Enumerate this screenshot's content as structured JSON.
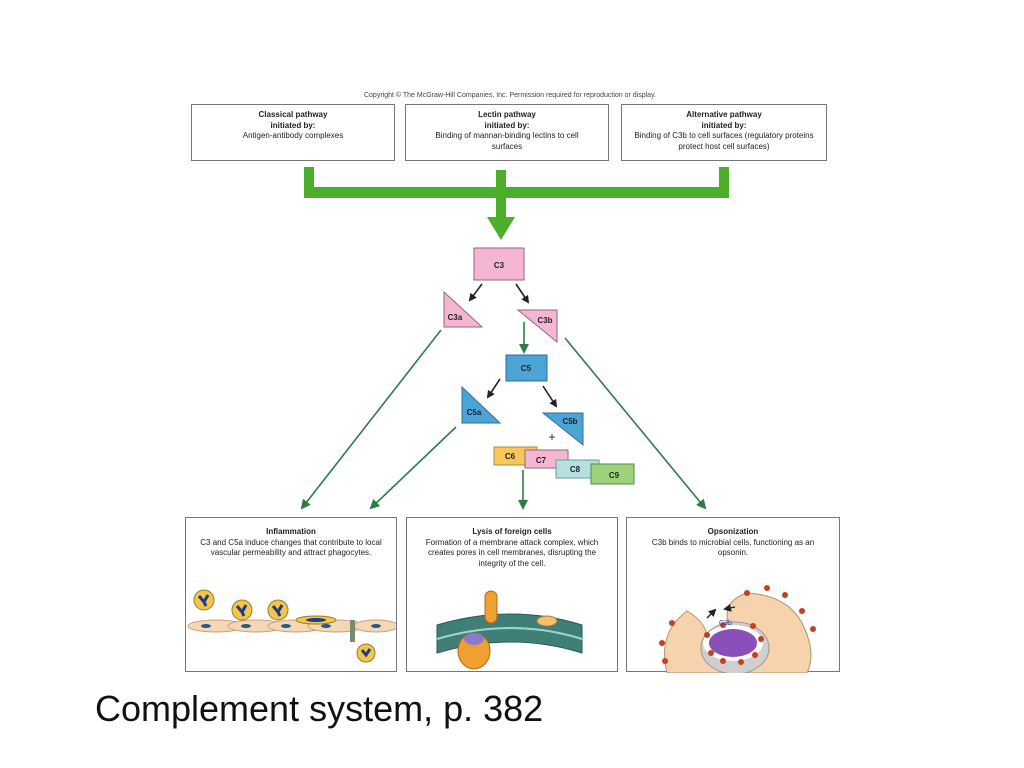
{
  "copyright": "Copyright © The McGraw-Hill Companies, Inc. Permission required for reproduction or display.",
  "pathways": [
    {
      "title": "Classical pathway",
      "subtitle": "initiated by:",
      "desc": "Antigen-antibody complexes"
    },
    {
      "title": "Lectin pathway",
      "subtitle": "initiated by:",
      "desc": "Binding of mannan-binding lectins to cell surfaces"
    },
    {
      "title": "Alternative pathway",
      "subtitle": "initiated by:",
      "desc": "Binding of C3b to cell surfaces (regulatory proteins protect host cell surfaces)"
    }
  ],
  "components": {
    "c3": "C3",
    "c3a": "C3a",
    "c3b": "C3b",
    "c5": "C5",
    "c5a": "C5a",
    "c5b": "C5b",
    "plus": "+",
    "c6": "C6",
    "c7": "C7",
    "c8": "C8",
    "c9": "C9",
    "c3b_label": "C3b"
  },
  "outcomes": [
    {
      "title": "Inflammation",
      "desc": "C3 and C5a induce changes that contribute to local vascular permeability and attract phagocytes."
    },
    {
      "title": "Lysis of foreign cells",
      "desc": "Formation of a membrane attack complex, which creates pores in cell membranes, disrupting the integrity of the cell."
    },
    {
      "title": "Opsonization",
      "desc": "C3b binds to microbial cells, functioning as an opsonin."
    }
  ],
  "colors": {
    "green_bar": "#4caf2a",
    "arrow_green": "#2e7d45",
    "pink": "#f4b6d2",
    "blue": "#4ba3d6",
    "yellow": "#f6c85a",
    "light_cyan": "#b5e0e0",
    "light_green": "#9ed27a"
  },
  "caption": "Complement system, p. 382"
}
